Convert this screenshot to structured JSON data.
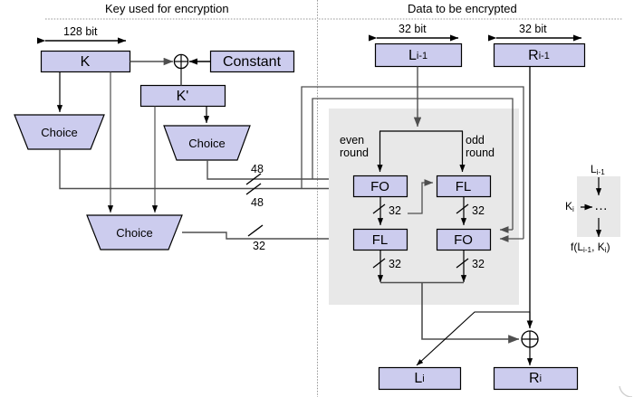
{
  "figure": {
    "titles": {
      "left": "Key used for encryption",
      "right": "Data to be encrypted"
    },
    "dimension_labels": {
      "key_width": "128 bit",
      "left_half_width": "32 bit",
      "right_half_width": "32 bit"
    },
    "key_section": {
      "key_box": "K",
      "constant_box": "Constant",
      "kprime_box": "K'",
      "xor_symbol": "⊕",
      "choice_1": "Choice",
      "choice_2": "Choice",
      "choice_3": "Choice",
      "bus_labels": {
        "fo_even": "48",
        "fo_odd": "48",
        "fl_bus": "32"
      }
    },
    "data_section": {
      "input_left": "L",
      "input_left_sub": "i-1",
      "input_right": "R",
      "input_right_sub": "i-1",
      "round_labels": {
        "even": "even\nround",
        "even_l1": "even",
        "even_l2": "round",
        "odd_l1": "odd",
        "odd_l2": "round"
      },
      "blocks": {
        "top_left": "FO",
        "top_right": "FL",
        "bottom_left": "FL",
        "bottom_right": "FO"
      },
      "bus_widths": {
        "fo_out": "32",
        "fl_out": "32",
        "fl_out2": "32",
        "fo_out2": "32"
      },
      "xor_symbol": "⊕",
      "output_left": "L",
      "output_left_sub": "i",
      "output_right": "R",
      "output_right_sub": "i"
    },
    "legend": {
      "input_top": "L",
      "input_top_sub": "i-1",
      "input_side": "K",
      "input_side_sub": "i",
      "ellipsis": "…",
      "output": "f(L",
      "output_sub1": "i-1",
      "output_mid": ", K",
      "output_sub2": "i",
      "output_end": ")"
    },
    "colors": {
      "box_fill": "#ccccee",
      "box_stroke": "#000000",
      "panel_fill": "#e8e8e8",
      "wire_dark": "#000000",
      "wire_gray": "#5a5a5a",
      "divider": "#888888",
      "page_bg": "#ffffff"
    }
  }
}
